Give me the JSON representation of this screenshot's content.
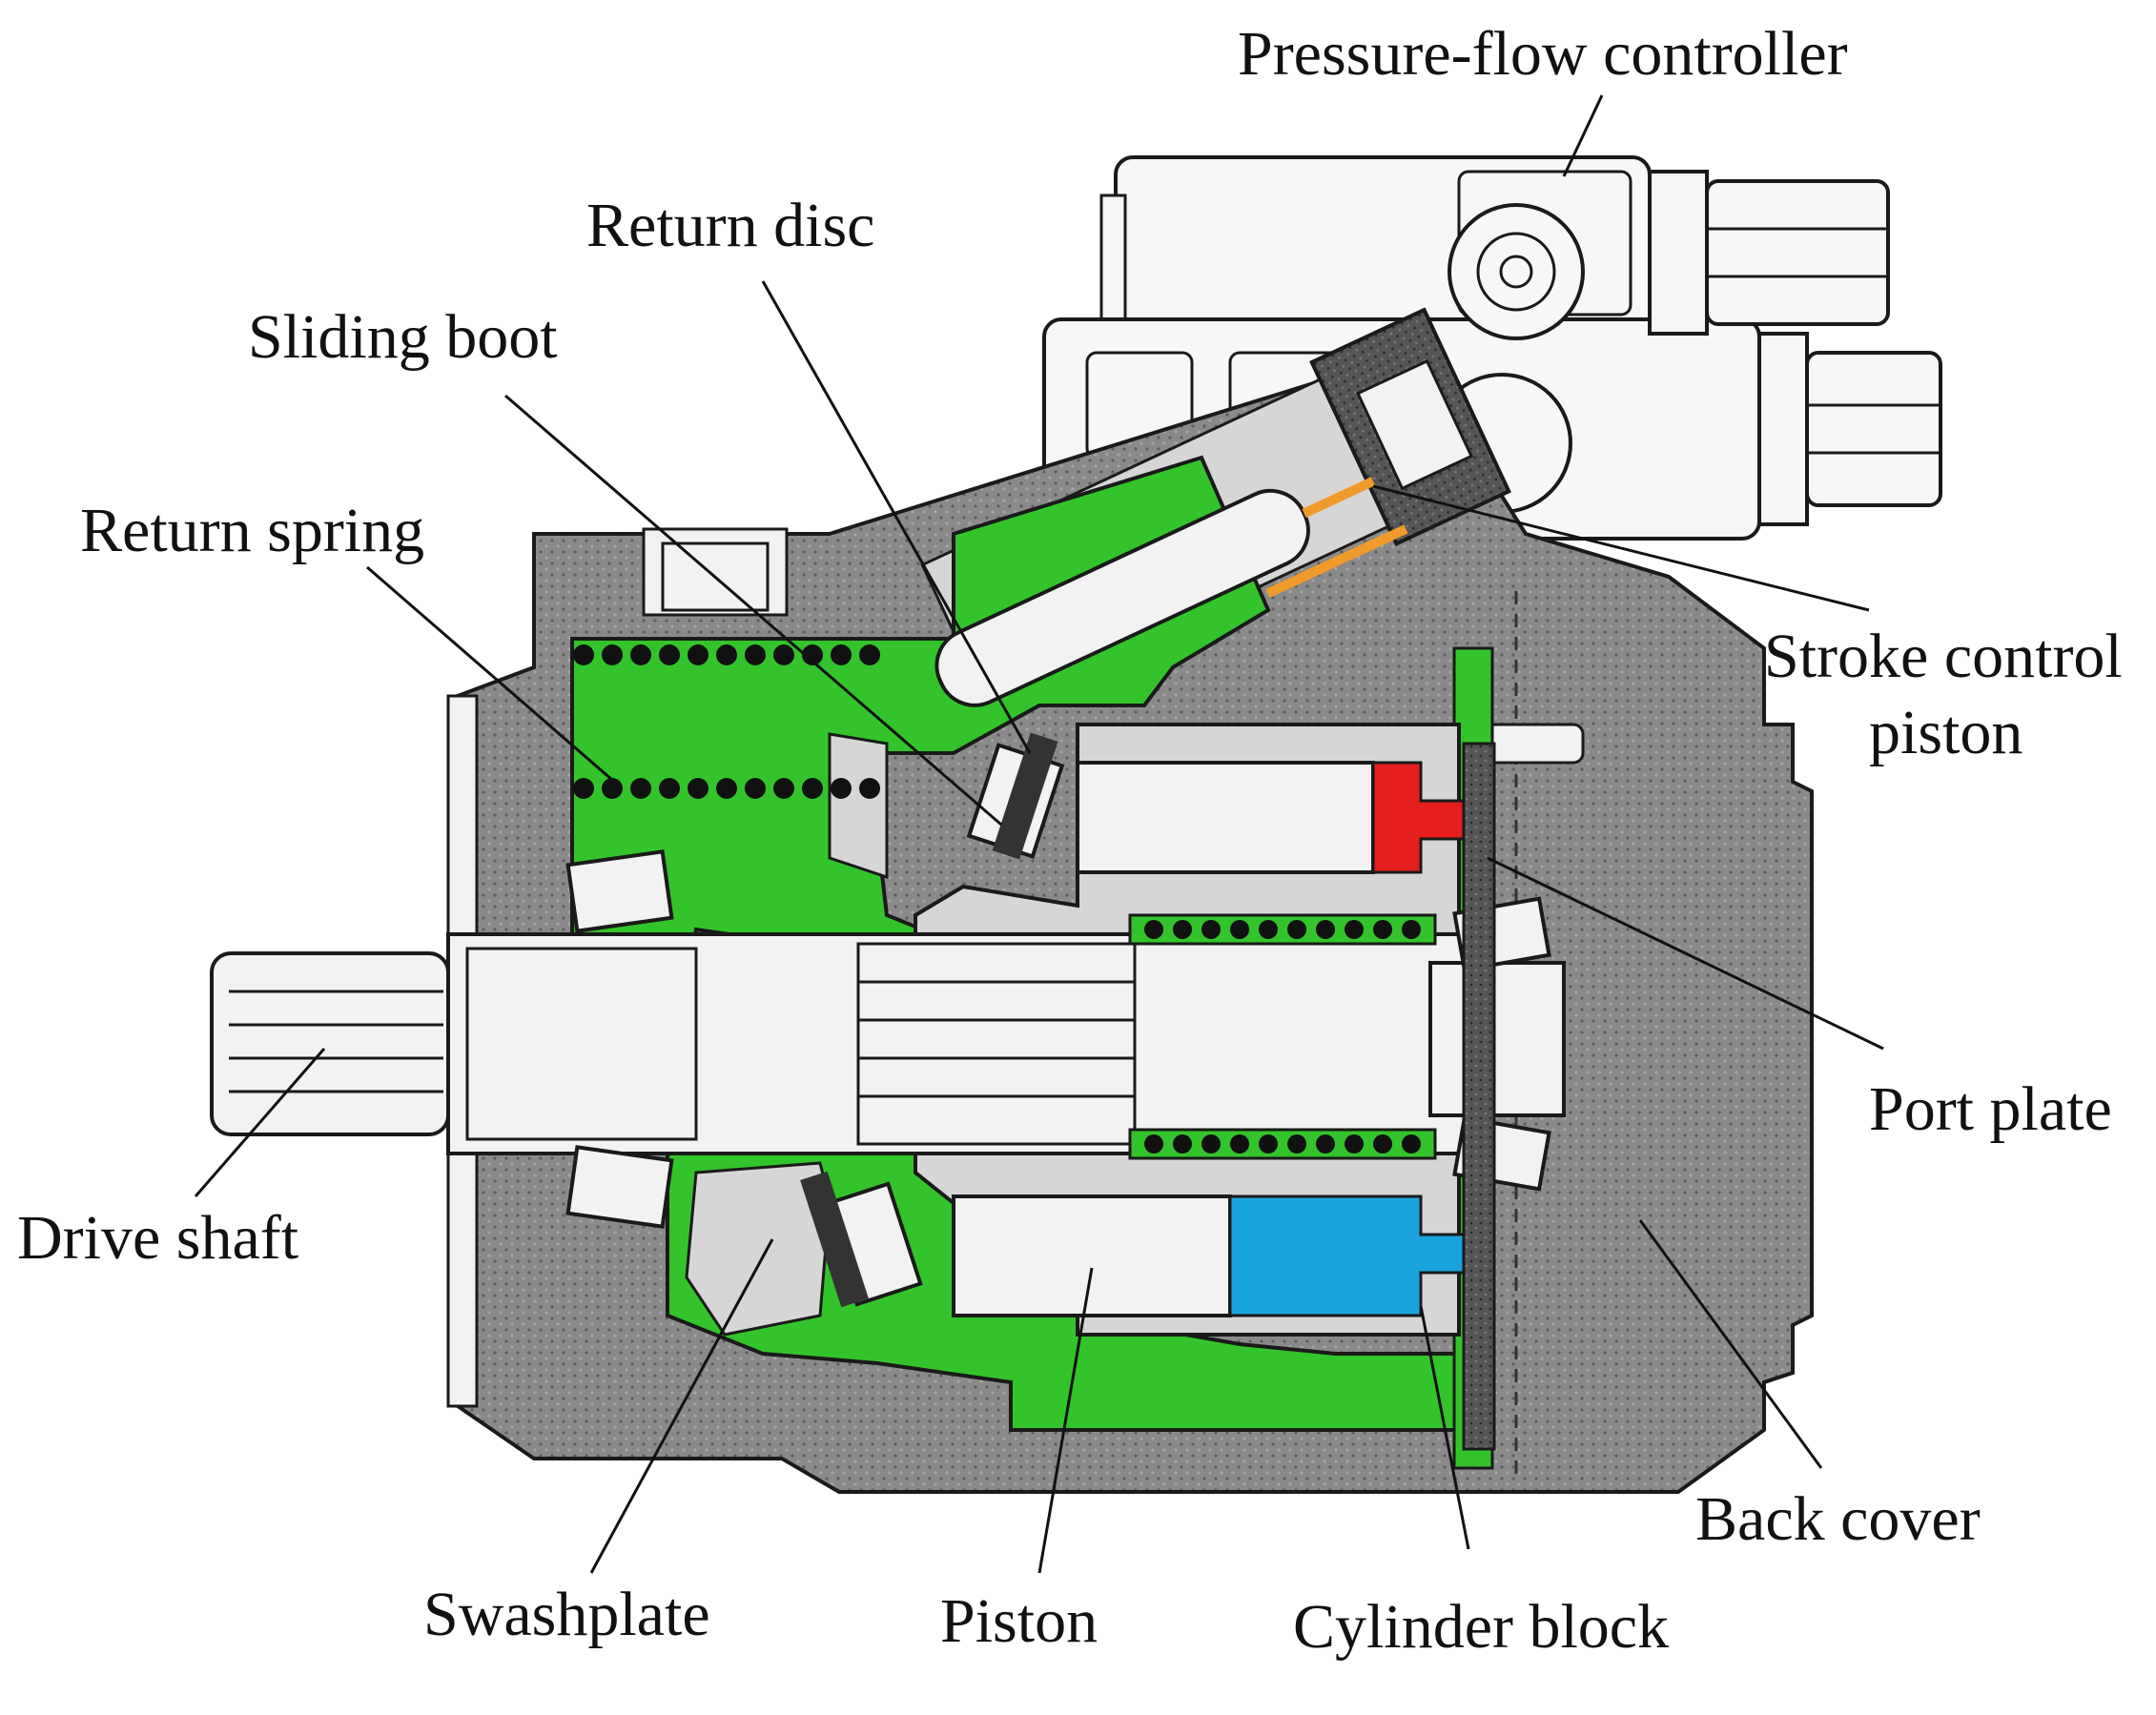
{
  "diagram": {
    "labels": {
      "pressure_flow_controller": "Pressure-flow controller",
      "return_disc": "Return disc",
      "sliding_boot": "Sliding boot",
      "return_spring": "Return spring",
      "stroke_control_piston_line1": "Stroke control",
      "stroke_control_piston_line2": "piston",
      "port_plate": "Port plate",
      "drive_shaft": "Drive shaft",
      "back_cover": "Back cover",
      "swashplate": "Swashplate",
      "piston": "Piston",
      "cylinder_block": "Cylinder block"
    },
    "colors": {
      "housing": "#8c8c8c",
      "housing_dark": "#6e6e6e",
      "swashplate_green": "#33c42b",
      "cavity_light": "#d6d6d6",
      "steel": "#f2f2f2",
      "high_pressure": "#e41e1e",
      "low_pressure": "#1aa3dd",
      "stroke_link": "#f09a2a",
      "controller_body": "#f7f7f7"
    }
  }
}
